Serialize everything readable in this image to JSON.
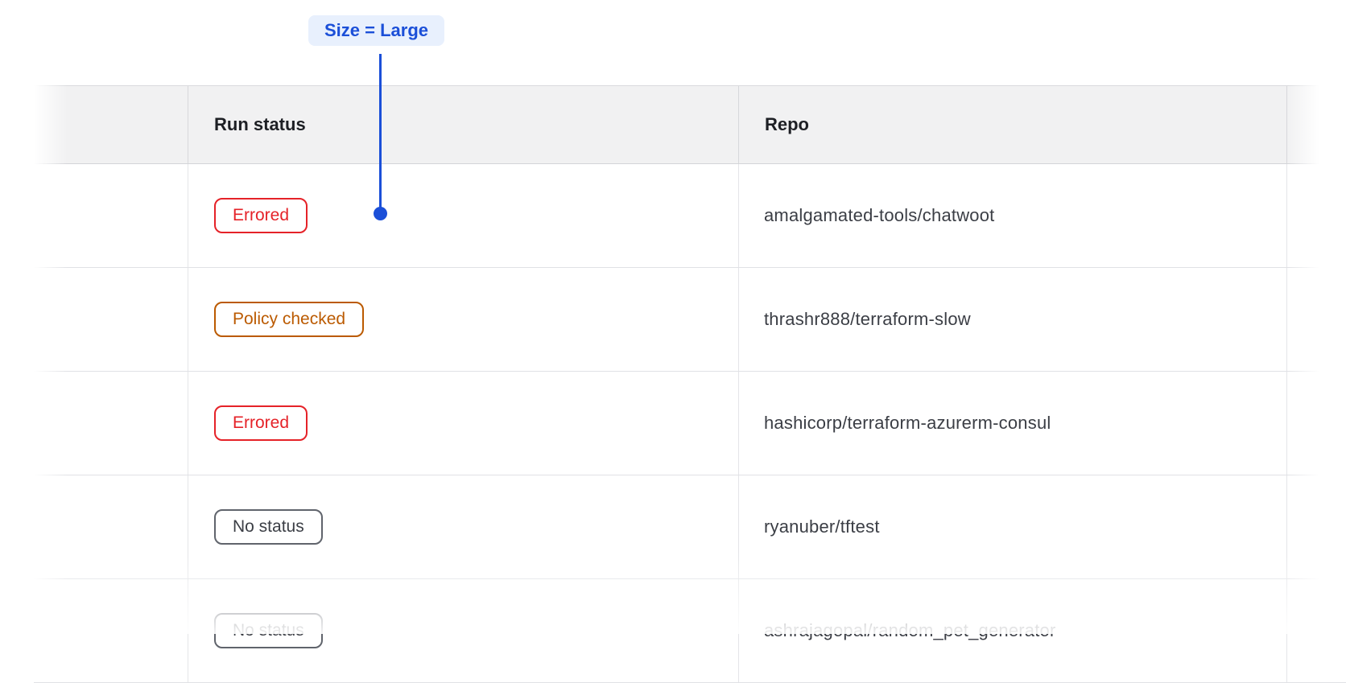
{
  "annotation": {
    "label": "Size = Large",
    "text_color": "#1b4fd8",
    "bg_color": "#e8f0fd",
    "line_color": "#1b4fd8"
  },
  "table": {
    "header": {
      "run_status": "Run status",
      "repo": "Repo"
    },
    "rows": [
      {
        "status": {
          "label": "Errored",
          "kind": "errored"
        },
        "repo": "amalgamated-tools/chatwoot"
      },
      {
        "status": {
          "label": "Policy checked",
          "kind": "policy-checked"
        },
        "repo": "thrashr888/terraform-slow"
      },
      {
        "status": {
          "label": "Errored",
          "kind": "errored"
        },
        "repo": "hashicorp/terraform-azurerm-consul"
      },
      {
        "status": {
          "label": "No status",
          "kind": "no-status"
        },
        "repo": "ryanuber/tftest"
      },
      {
        "status": {
          "label": "No status",
          "kind": "no-status"
        },
        "repo": "ashrajagopal/random_pet_generator"
      }
    ],
    "status_colors": {
      "errored": "#e52228",
      "policy_checked": "#bb5a00",
      "no_status": "#60646c"
    },
    "header_bg": "#f1f1f2"
  }
}
